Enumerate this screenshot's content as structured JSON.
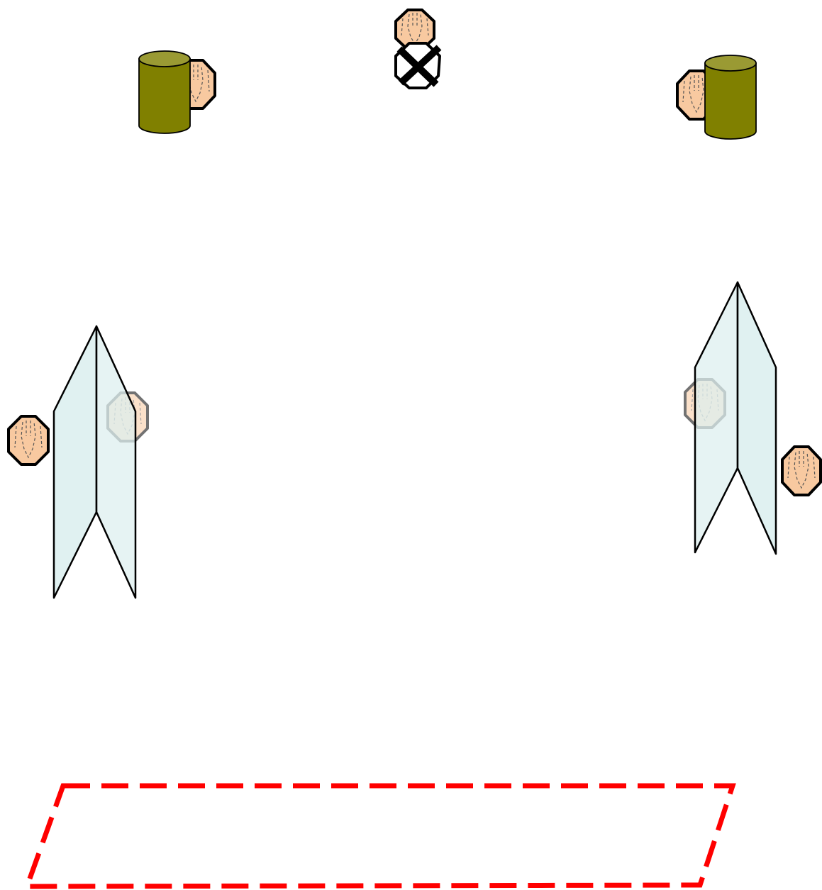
{
  "diagram": {
    "background": "#ffffff",
    "colors": {
      "face_fill": "#f8c9a0",
      "face_outline": "#000000",
      "cylinder_body": "#808000",
      "cylinder_top": "#9a9a33",
      "panel_fill": "#dcefef",
      "panel_outline": "#000000",
      "zone_outline": "#ff0000"
    },
    "elements": [
      {
        "kind": "face",
        "name": "person-head-top-center",
        "state": "normal"
      },
      {
        "kind": "crossed-circle",
        "name": "empty-seat-x-marker"
      },
      {
        "kind": "cylinder",
        "name": "barrel-top-left"
      },
      {
        "kind": "face",
        "name": "person-head-behind-barrel-left",
        "state": "normal"
      },
      {
        "kind": "cylinder",
        "name": "barrel-top-right"
      },
      {
        "kind": "face",
        "name": "person-head-behind-barrel-right",
        "state": "normal"
      },
      {
        "kind": "folding-screen",
        "name": "folding-screen-left"
      },
      {
        "kind": "face",
        "name": "person-head-left-outside",
        "state": "normal"
      },
      {
        "kind": "face",
        "name": "person-head-behind-screen-left",
        "state": "veiled"
      },
      {
        "kind": "folding-screen",
        "name": "folding-screen-right"
      },
      {
        "kind": "face",
        "name": "person-head-behind-screen-right",
        "state": "veiled"
      },
      {
        "kind": "face",
        "name": "person-head-right-outside",
        "state": "normal"
      },
      {
        "kind": "dashed-zone",
        "name": "red-dashed-zone",
        "style": "dashed"
      }
    ]
  }
}
